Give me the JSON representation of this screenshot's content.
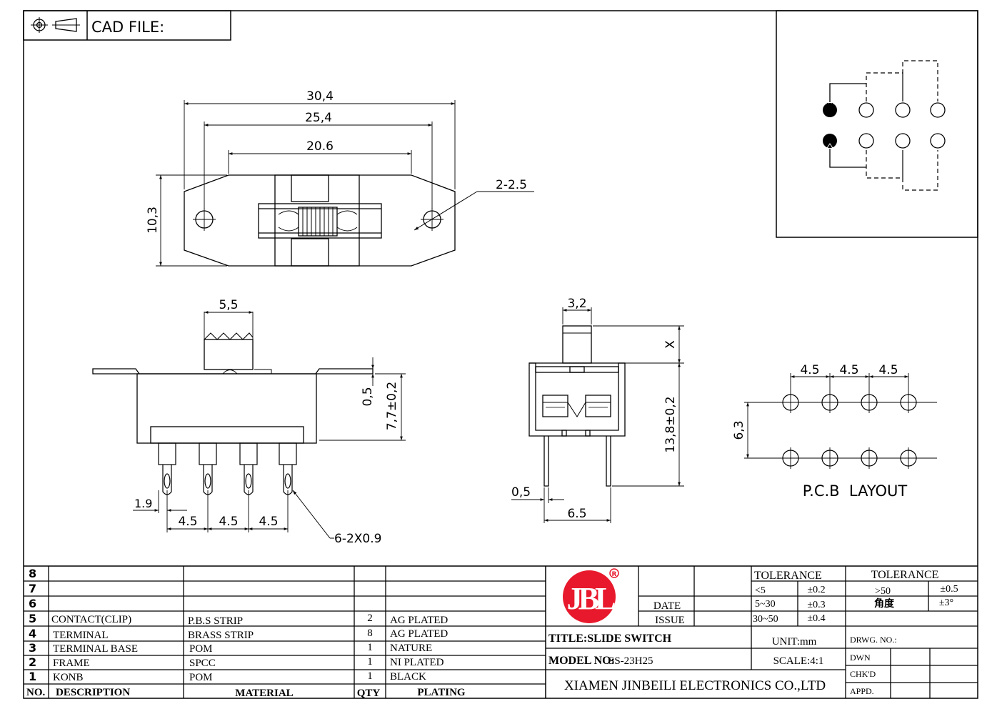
{
  "header": {
    "cad_label": "CAD FILE:",
    "projection_icon": "third-angle-projection-icon"
  },
  "top_view": {
    "dims": [
      "30,4",
      "25,4",
      "20.6",
      "10,3"
    ],
    "hole_callout": "2-2.5"
  },
  "side_view": {
    "dims": [
      "5,5",
      "0,5",
      "7,7±0,2",
      "1.9",
      "4.5",
      "4.5",
      "4.5"
    ],
    "pin_callout": "6-2X0.9"
  },
  "end_view": {
    "dims": [
      "3,2",
      "X",
      "13,8±0,2",
      "0,5",
      "6.5"
    ]
  },
  "pcb": {
    "dims": [
      "4.5",
      "4.5",
      "4.5",
      "6,3"
    ],
    "label": "P.C.B  LAYOUT"
  },
  "bom": {
    "rows": [
      {
        "no": "8",
        "desc": "",
        "material": "",
        "qty": "",
        "plating": ""
      },
      {
        "no": "7",
        "desc": "",
        "material": "",
        "qty": "",
        "plating": ""
      },
      {
        "no": "6",
        "desc": "",
        "material": "",
        "qty": "",
        "plating": ""
      },
      {
        "no": "5",
        "desc": "CONTACT(CLIP)",
        "material": "P.B.S STRIP",
        "qty": "2",
        "plating": "AG PLATED"
      },
      {
        "no": "4",
        "desc": "TERMINAL",
        "material": "BRASS STRIP",
        "qty": "8",
        "plating": "AG PLATED"
      },
      {
        "no": "3",
        "desc": "TERMINAL BASE",
        "material": "POM",
        "qty": "1",
        "plating": "NATURE"
      },
      {
        "no": "2",
        "desc": "FRAME",
        "material": "SPCC",
        "qty": "1",
        "plating": "NI PLATED"
      },
      {
        "no": "1",
        "desc": "KONB",
        "material": "POM",
        "qty": "1",
        "plating": "BLACK"
      }
    ],
    "headers": {
      "no": "NO.",
      "desc": "DESCRIPTION",
      "material": "MATERIAL",
      "qty": "QTY",
      "plating": "PLATING"
    }
  },
  "title_block": {
    "logo_text": "JBL",
    "date_label": "DATE",
    "issue_label": "ISSUE",
    "tolerance_label": "TOLERANCE",
    "tolerance_label2": "TOLERANCE",
    "tol_rows": [
      {
        "range": "<5",
        "tol": "±0.2"
      },
      {
        "range": "5~30",
        "tol": "±0.3"
      },
      {
        "range": "30~50",
        "tol": "±0.4"
      }
    ],
    "tol2_rows": [
      {
        "range": ">50",
        "tol": "±0.5"
      },
      {
        "range": "角度",
        "tol": "±3°"
      }
    ],
    "title": "TITLE:SLIDE SWITCH",
    "unit": "UNIT:mm",
    "model_label": "MODEL NO:",
    "model_value": "SS-23H25",
    "scale": "SCALE:4:1",
    "company": "XIAMEN JINBEILI ELECTRONICS CO.,LTD",
    "drwg_no": "DRWG.  NO.:",
    "dwn": "DWN",
    "chkd": "CHK'D",
    "appd": "APPD."
  },
  "colors": {
    "line": "#000000",
    "logo": "#e8192c"
  }
}
